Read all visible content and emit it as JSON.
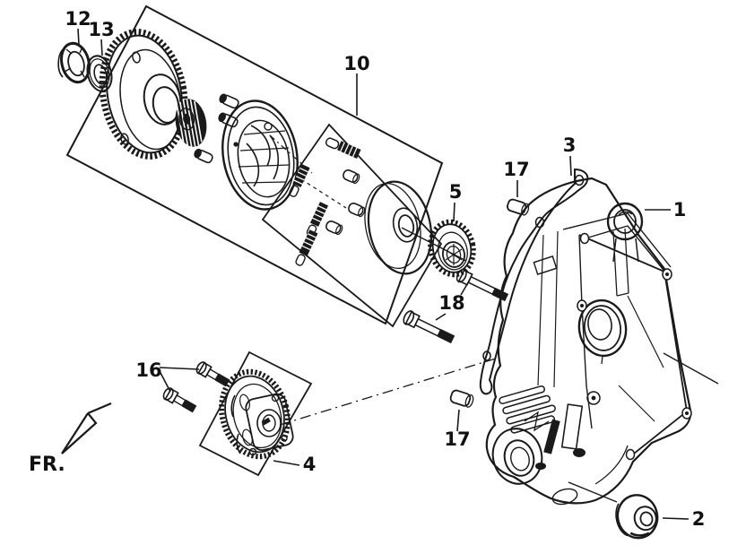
{
  "diagram": {
    "background_color": "#ffffff",
    "line_color": "#1a1a1a",
    "direction_label": "FR.",
    "callouts": {
      "c12": "12",
      "c13": "13",
      "c10": "10",
      "c5": "5",
      "c17_top": "17",
      "c3": "3",
      "c1": "1",
      "c18": "18",
      "c16": "16",
      "c4": "4",
      "c17_bottom": "17",
      "c2": "2"
    }
  }
}
